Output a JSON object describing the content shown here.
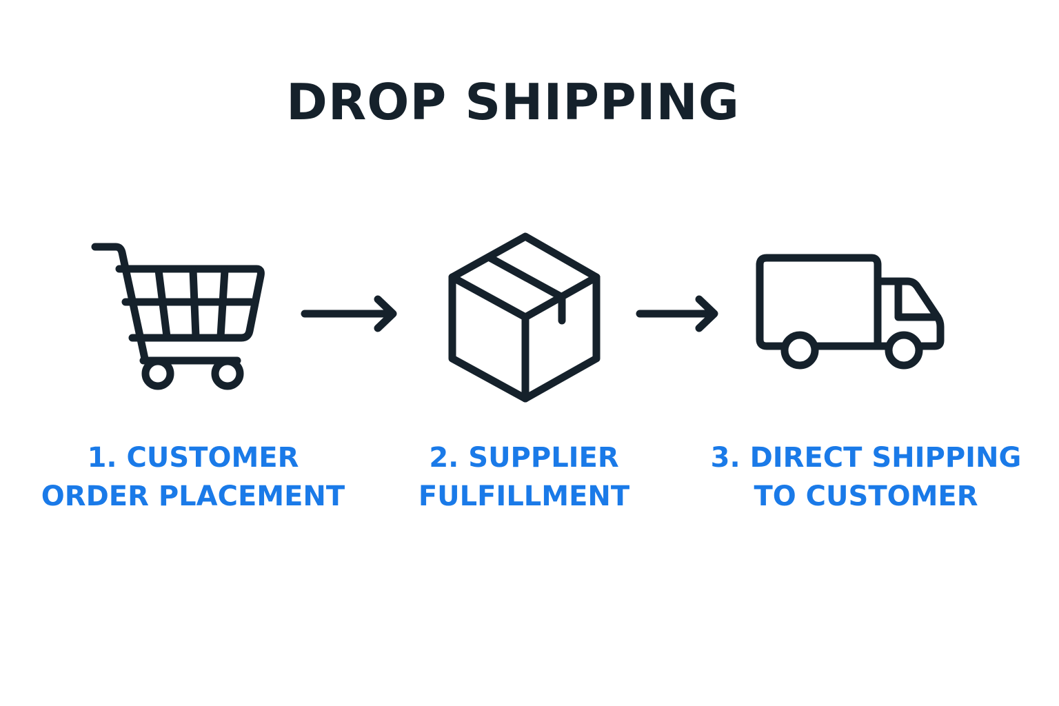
{
  "title": "DROP SHIPPING",
  "colors": {
    "ink": "#15212b",
    "accent": "#1a7ae8",
    "background": "#ffffff"
  },
  "steps": [
    {
      "icon": "shopping-cart-icon",
      "line1": "1. CUSTOMER",
      "line2": "ORDER PLACEMENT"
    },
    {
      "icon": "package-box-icon",
      "line1": "2. SUPPLIER",
      "line2": "FULFILLMENT"
    },
    {
      "icon": "delivery-truck-icon",
      "line1": "3. DIRECT SHIPPING",
      "line2": "TO CUSTOMER"
    }
  ],
  "connectors": [
    "arrow-right-icon",
    "arrow-right-icon"
  ]
}
